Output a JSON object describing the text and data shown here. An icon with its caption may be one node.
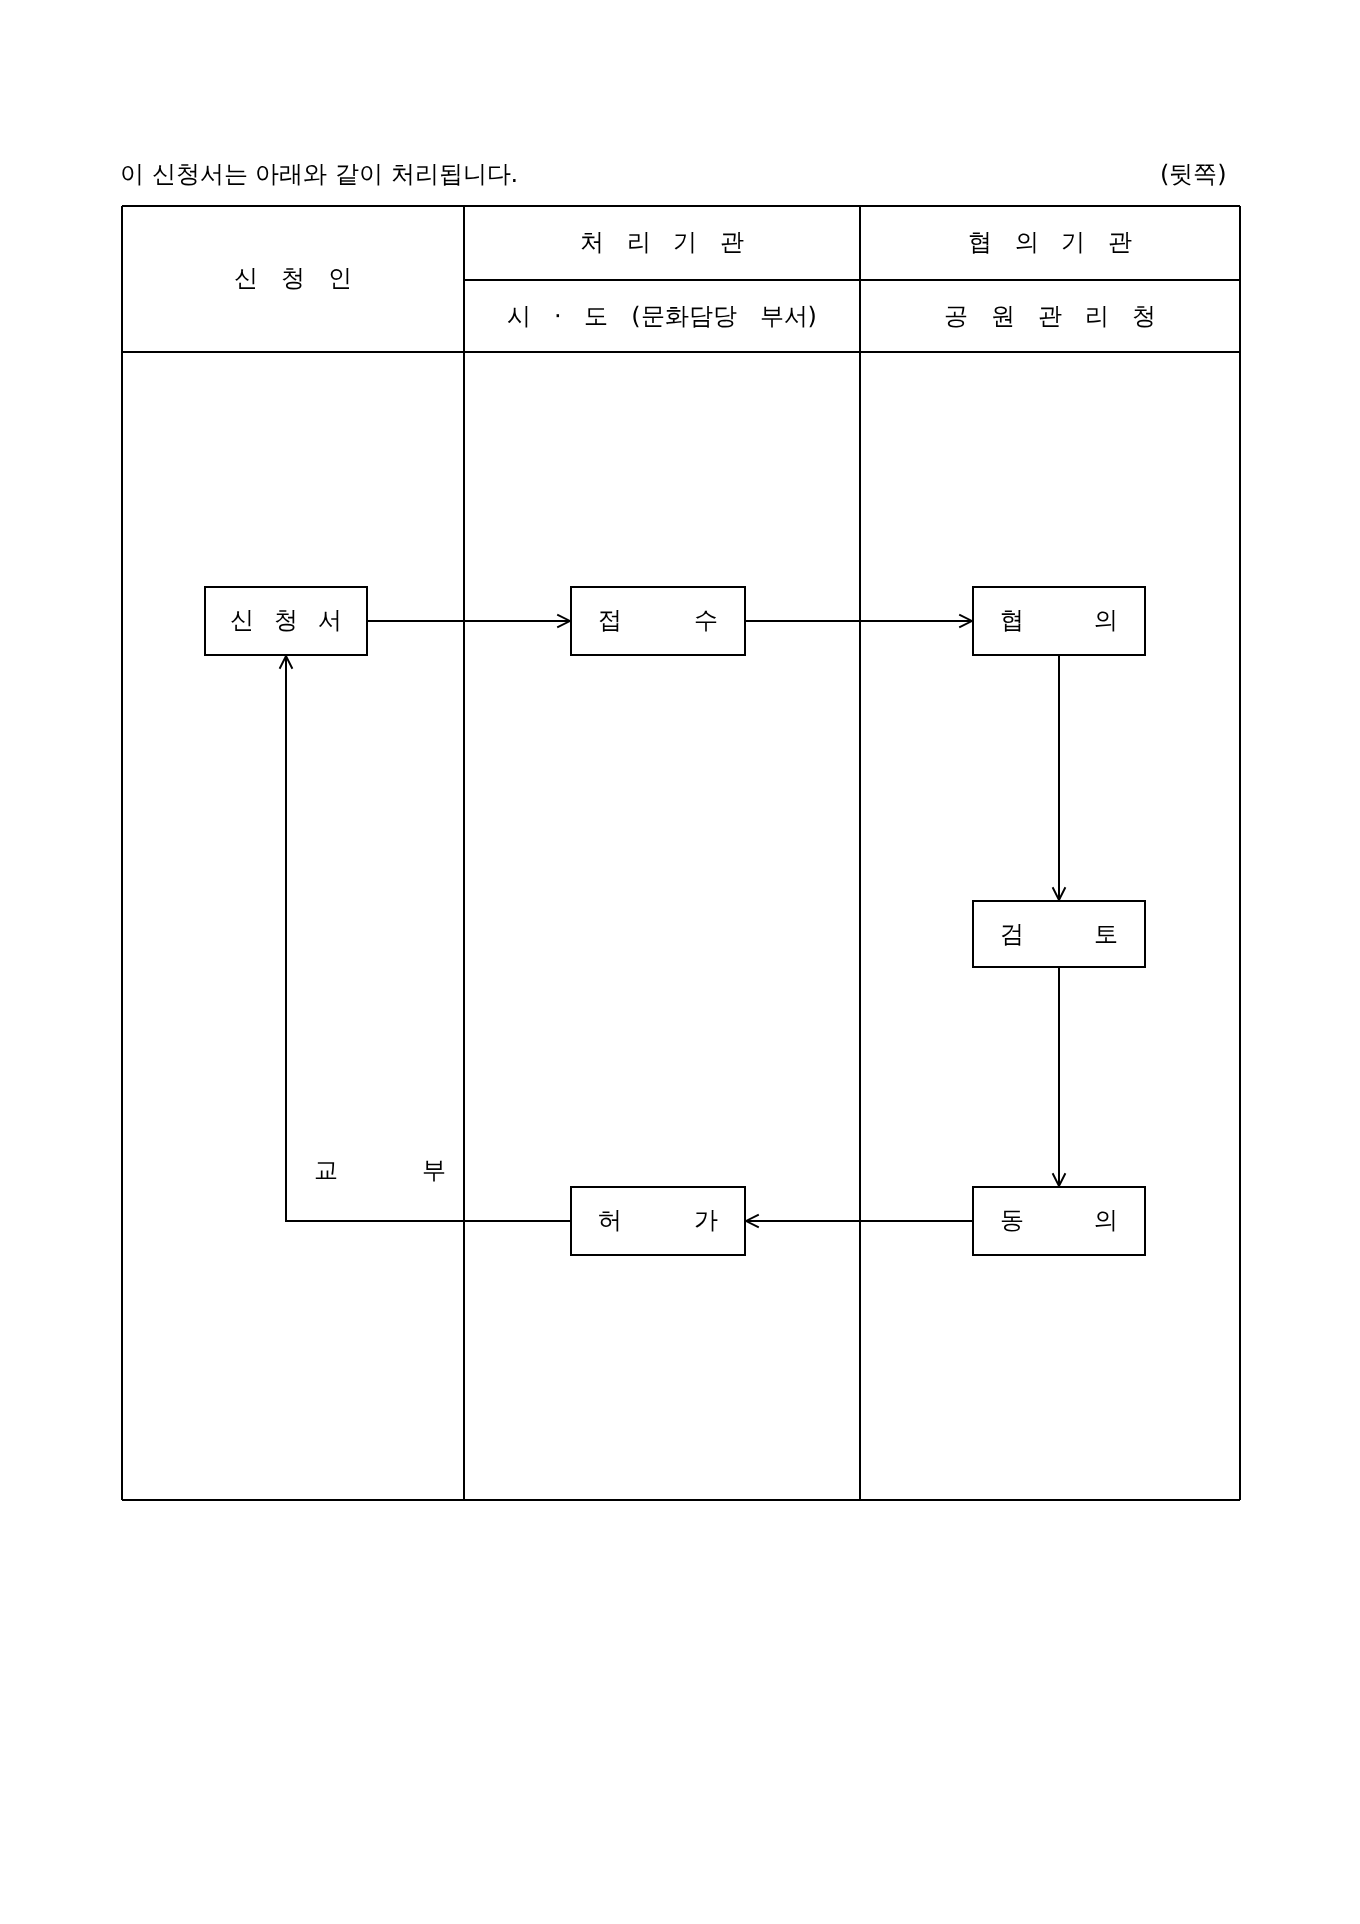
{
  "diagram": {
    "title": "이 신청서는 아래와 같이 처리됩니다.",
    "nodes": [
      {
        "text": [
          "신 청 서"
        ]
      },
      {
        "text": [
          "접 수"
        ]
      },
      {
        "text": [
          "협 의"
        ]
      },
      {
        "text": [
          "검 토"
        ]
      },
      {
        "text": [
          "동 의"
        ]
      },
      {
        "text": [
          "허 가"
        ]
      }
    ],
    "edges": [
      {
        "from": 0,
        "to": 1,
        "arrow": "to"
      },
      {
        "from": 1,
        "to": 2,
        "arrow": "to"
      },
      {
        "from": 2,
        "to": 3,
        "arrow": "to"
      },
      {
        "from": 3,
        "to": 4,
        "arrow": "to"
      },
      {
        "from": 4,
        "to": 5,
        "arrow": "to"
      },
      {
        "from": 5,
        "to": 0,
        "arrow": "to",
        "label": "교 부"
      }
    ],
    "labels": [
      "(뒷쪽)",
      "신 청 인",
      "처 리 기 관",
      "협 의 기 관",
      "시 · 도 (문화담당 부서)",
      "공 원 관 리 청"
    ]
  }
}
